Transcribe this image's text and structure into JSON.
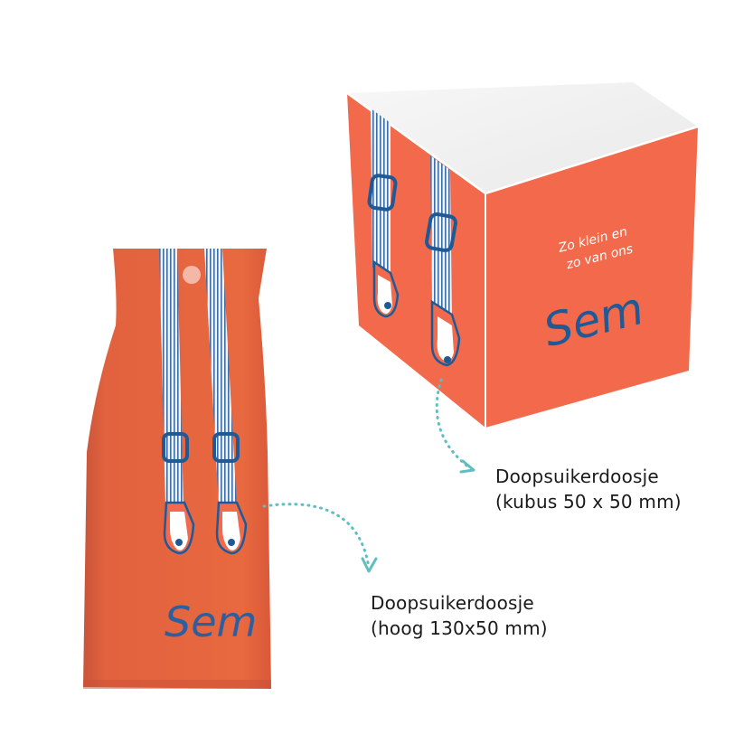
{
  "cube_box": {
    "tagline_line1": "Zo klein en",
    "tagline_line2": "zo van ons",
    "name": "Sem",
    "caption_title": "Doopsuikerdoosje",
    "caption_spec": "(kubus 50 x 50 mm)"
  },
  "tall_box": {
    "name": "Sem",
    "caption_title": "Doopsuikerdoosje",
    "caption_spec": "(hoog 130x50 mm)"
  },
  "colors": {
    "box_orange": "#f26a4b",
    "box_orange_dark": "#d9563a",
    "strap_blue": "#1f5a96",
    "arrow_teal": "#5fbfc0"
  }
}
